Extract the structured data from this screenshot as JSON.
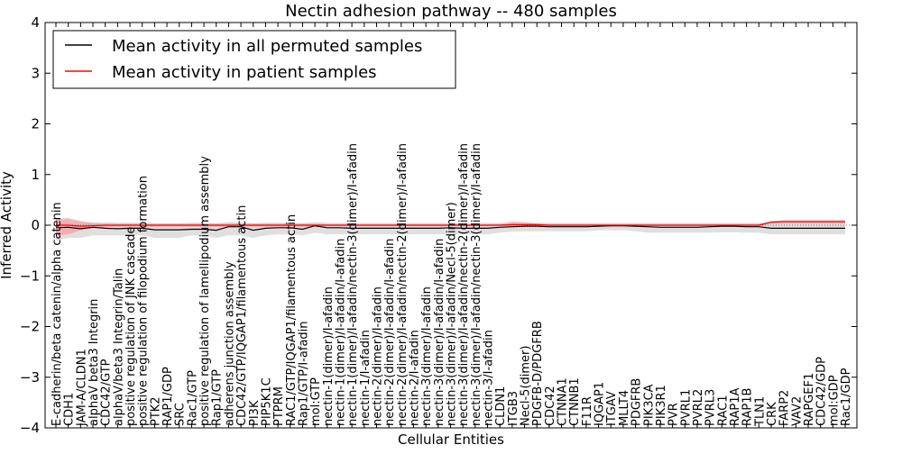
{
  "chart_data": {
    "type": "line",
    "title": "Nectin adhesion pathway -- 480 samples",
    "xlabel": "Cellular Entities",
    "ylabel": "Inferred Activity",
    "ylim": [
      -4,
      4
    ],
    "yticks": [
      -4,
      -3,
      -2,
      -1,
      0,
      1,
      2,
      3,
      4
    ],
    "grid": false,
    "legend_position": "top-left",
    "categories": [
      "E-cadherin/beta catenin/alpha catenin",
      "CDH1",
      "JAM-A/CLDN1",
      "alphaV beta3 Integrin",
      "CDC42/GTP",
      "alphaV/beta3 Integrin/Talin",
      "positive regulation of JNK cascade",
      "positive regulation of filopodium formation",
      "PTK2",
      "RAP1/GDP",
      "SRC",
      "Rac1/GTP",
      "positive regulation of lamellipodium assembly",
      "Rap1/GTP",
      "adherens junction assembly",
      "CDC42/GTP/IQGAP1/filamentous actin",
      "PI3K",
      "PIP5K1C",
      "PTPRM",
      "RAC1/GTP/IQGAP1/filamentous actin",
      "Rap1/GTP/I-afadin",
      "mol:GTP",
      "nectin-1(dimer)/I-afadin",
      "nectin-1(dimer)/I-afadin/I-afadin",
      "nectin-1(dimer)/I-afadin/nectin-3(dimer)/I-afadin",
      "nectin-1/I-afadin",
      "nectin-2(dimer)/I-afadin",
      "nectin-2(dimer)/I-afadin/I-afadin",
      "nectin-2(dimer)/I-afadin/nectin-2(dimer)/I-afadin",
      "nectin-2/I-afadin",
      "nectin-3(dimer)/I-afadin",
      "nectin-3(dimer)/I-afadin/I-afadin",
      "nectin-3(dimer)/I-afadin/Necl-5(dimer)",
      "nectin-3(dimer)/I-afadin/nectin-2(dimer)/I-afadin",
      "nectin-3(dimer)/I-afadin/nectin-3(dimer)/I-afadin",
      "nectin-3/I-afadin",
      "CLDN1",
      "ITGB3",
      "Necl-5(dimer)",
      "PDGFB-D/PDGFRB",
      "CDC42",
      "CTNNA1",
      "CTNNB1",
      "F11R",
      "IQGAP1",
      "ITGAV",
      "MLLT4",
      "PDGFRB",
      "PIK3CA",
      "PIK3R1",
      "PVR",
      "PVRL1",
      "PVRL2",
      "PVRL3",
      "RAC1",
      "RAP1A",
      "RAP1B",
      "TLN1",
      "CRK",
      "FARP2",
      "VAV2",
      "RAPGEF1",
      "CDC42/GDP",
      "mol:GDP",
      "Rac1/GDP"
    ],
    "series": [
      {
        "name": "Mean activity in all permuted samples",
        "color": "#000000",
        "values": [
          -0.05,
          -0.04,
          -0.07,
          -0.04,
          -0.06,
          -0.07,
          -0.06,
          -0.06,
          -0.09,
          -0.09,
          -0.09,
          -0.08,
          -0.08,
          -0.1,
          -0.03,
          -0.03,
          -0.1,
          -0.06,
          -0.05,
          -0.05,
          -0.08,
          -0.01,
          -0.05,
          -0.05,
          -0.06,
          -0.06,
          -0.06,
          -0.06,
          -0.06,
          -0.06,
          -0.06,
          -0.06,
          -0.05,
          -0.06,
          -0.06,
          -0.06,
          -0.04,
          -0.03,
          -0.02,
          -0.02,
          -0.03,
          -0.03,
          -0.03,
          -0.03,
          -0.02,
          -0.01,
          -0.01,
          -0.02,
          -0.03,
          -0.04,
          -0.04,
          -0.04,
          -0.04,
          -0.03,
          -0.02,
          -0.02,
          -0.03,
          -0.03,
          -0.06,
          -0.06,
          -0.06,
          -0.06,
          -0.06,
          -0.06,
          -0.06
        ],
        "band_lower": [
          -0.3,
          -0.25,
          -0.25,
          -0.2,
          -0.2,
          -0.2,
          -0.2,
          -0.2,
          -0.25,
          -0.25,
          -0.25,
          -0.2,
          -0.2,
          -0.25,
          -0.2,
          -0.2,
          -0.25,
          -0.2,
          -0.18,
          -0.18,
          -0.2,
          -0.15,
          -0.18,
          -0.18,
          -0.18,
          -0.18,
          -0.18,
          -0.18,
          -0.18,
          -0.18,
          -0.18,
          -0.18,
          -0.18,
          -0.18,
          -0.18,
          -0.18,
          -0.15,
          -0.13,
          -0.12,
          -0.12,
          -0.12,
          -0.12,
          -0.12,
          -0.12,
          -0.1,
          -0.1,
          -0.1,
          -0.12,
          -0.15,
          -0.15,
          -0.15,
          -0.15,
          -0.15,
          -0.15,
          -0.14,
          -0.14,
          -0.15,
          -0.15,
          -0.18,
          -0.18,
          -0.18,
          -0.18,
          -0.18,
          -0.18,
          -0.18
        ],
        "band_upper": [
          0.1,
          0.08,
          0.06,
          0.06,
          0.06,
          0.05,
          0.05,
          0.05,
          0.04,
          0.04,
          0.04,
          0.05,
          0.05,
          0.04,
          0.06,
          0.06,
          0.04,
          0.05,
          0.05,
          0.05,
          0.04,
          0.06,
          0.05,
          0.05,
          0.05,
          0.05,
          0.05,
          0.05,
          0.05,
          0.05,
          0.05,
          0.05,
          0.05,
          0.05,
          0.05,
          0.05,
          0.05,
          0.05,
          0.05,
          0.05,
          0.05,
          0.05,
          0.05,
          0.05,
          0.05,
          0.05,
          0.05,
          0.05,
          0.05,
          0.05,
          0.05,
          0.05,
          0.05,
          0.05,
          0.05,
          0.05,
          0.05,
          0.05,
          0.05,
          0.05,
          0.05,
          0.05,
          0.05,
          0.05,
          0.05
        ]
      },
      {
        "name": "Mean activity in patient samples",
        "color": "#ff0000",
        "values": [
          0.0,
          0.0,
          -0.02,
          -0.01,
          0.0,
          0.0,
          0.0,
          0.0,
          0.0,
          0.0,
          0.0,
          0.0,
          0.0,
          0.0,
          0.0,
          0.0,
          0.0,
          0.0,
          0.0,
          0.0,
          0.0,
          0.0,
          0.0,
          0.0,
          0.0,
          0.0,
          0.0,
          0.0,
          0.0,
          0.0,
          0.0,
          0.0,
          0.0,
          0.0,
          0.0,
          0.0,
          0.0,
          0.01,
          0.01,
          0.01,
          0.0,
          0.0,
          0.0,
          0.0,
          0.0,
          0.0,
          0.0,
          0.0,
          0.0,
          0.0,
          0.0,
          0.0,
          0.0,
          0.0,
          0.0,
          0.0,
          0.0,
          0.0,
          0.06,
          0.07,
          0.07,
          0.07,
          0.07,
          0.07,
          0.07
        ],
        "band_lower": [
          -0.2,
          -0.18,
          -0.1,
          -0.06,
          -0.04,
          -0.03,
          -0.03,
          -0.03,
          -0.03,
          -0.03,
          -0.03,
          -0.03,
          -0.03,
          -0.03,
          -0.03,
          -0.03,
          -0.03,
          -0.03,
          -0.03,
          -0.03,
          -0.03,
          -0.03,
          -0.02,
          -0.02,
          -0.02,
          -0.02,
          -0.02,
          -0.02,
          -0.02,
          -0.02,
          -0.02,
          -0.02,
          -0.02,
          -0.02,
          -0.02,
          -0.02,
          -0.02,
          -0.03,
          -0.03,
          -0.02,
          -0.02,
          -0.02,
          -0.02,
          -0.02,
          -0.02,
          -0.02,
          -0.02,
          -0.02,
          -0.02,
          -0.02,
          -0.02,
          -0.02,
          -0.02,
          -0.02,
          -0.02,
          -0.02,
          -0.02,
          -0.02,
          0.03,
          0.04,
          0.04,
          0.04,
          0.04,
          0.04,
          0.04
        ],
        "band_upper": [
          0.12,
          0.14,
          0.08,
          0.04,
          0.03,
          0.03,
          0.03,
          0.03,
          0.03,
          0.03,
          0.03,
          0.03,
          0.03,
          0.03,
          0.03,
          0.03,
          0.03,
          0.03,
          0.03,
          0.03,
          0.03,
          0.03,
          0.02,
          0.02,
          0.02,
          0.02,
          0.02,
          0.02,
          0.02,
          0.02,
          0.02,
          0.02,
          0.02,
          0.02,
          0.02,
          0.02,
          0.02,
          0.07,
          0.06,
          0.03,
          0.02,
          0.02,
          0.02,
          0.02,
          0.02,
          0.02,
          0.02,
          0.02,
          0.02,
          0.02,
          0.02,
          0.02,
          0.02,
          0.02,
          0.02,
          0.02,
          0.02,
          0.02,
          0.08,
          0.1,
          0.1,
          0.1,
          0.1,
          0.1,
          0.1
        ]
      }
    ],
    "band_colors": {
      "permuted": "#d9d9d9",
      "patient": "#f4a0a0"
    }
  }
}
